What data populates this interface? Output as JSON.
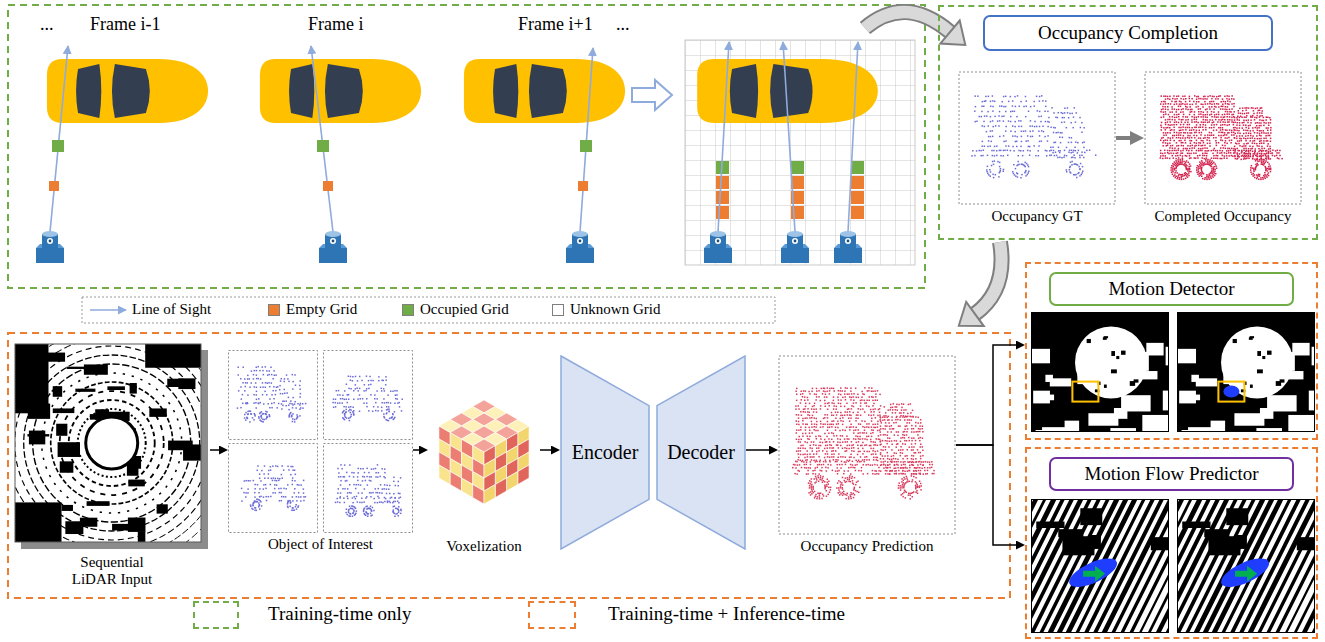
{
  "diagram": {
    "nodes": [
      {
        "text": [
          "Occupancy Completion"
        ]
      },
      {
        "text": [
          "Occupancy GT"
        ],
        "in": 0
      },
      {
        "text": [
          "Completed Occupancy"
        ],
        "in": 0
      },
      {
        "text": [
          "Sequential LiDAR Input"
        ]
      },
      {
        "text": [
          "Object of Interest"
        ]
      },
      {
        "text": [
          "Voxelization"
        ]
      },
      {
        "text": [
          "Encoder"
        ]
      },
      {
        "text": [
          "Decoder"
        ]
      },
      {
        "text": [
          "Occupancy Prediction"
        ]
      },
      {
        "text": [
          "Motion Detector"
        ]
      },
      {
        "text": [
          "Motion Flow Predictor"
        ]
      }
    ],
    "edges": [
      {
        "from": 1,
        "to": 2,
        "arrow": "to"
      },
      {
        "from": 3,
        "to": 4,
        "arrow": "to"
      },
      {
        "from": 4,
        "to": 5,
        "arrow": "to"
      },
      {
        "from": 5,
        "to": 6,
        "arrow": "to"
      },
      {
        "from": 7,
        "to": 8,
        "arrow": "to"
      },
      {
        "from": 8,
        "to": 9,
        "arrow": "to"
      },
      {
        "from": 8,
        "to": 10,
        "arrow": "to"
      }
    ],
    "labels": [
      "...",
      "Frame i-1",
      "Frame i",
      "Frame i+1",
      "..."
    ],
    "legend": [
      {
        "text": "Line of Sight"
      },
      {
        "text": "Empty Grid",
        "color": "#ed7d31"
      },
      {
        "text": "Occupied Grid",
        "color": "#70ad47"
      },
      {
        "text": "Unknown Grid",
        "color": "#ffffff"
      },
      {
        "text": "Training-time only"
      },
      {
        "text": "Training-time + Inference-time"
      }
    ]
  }
}
